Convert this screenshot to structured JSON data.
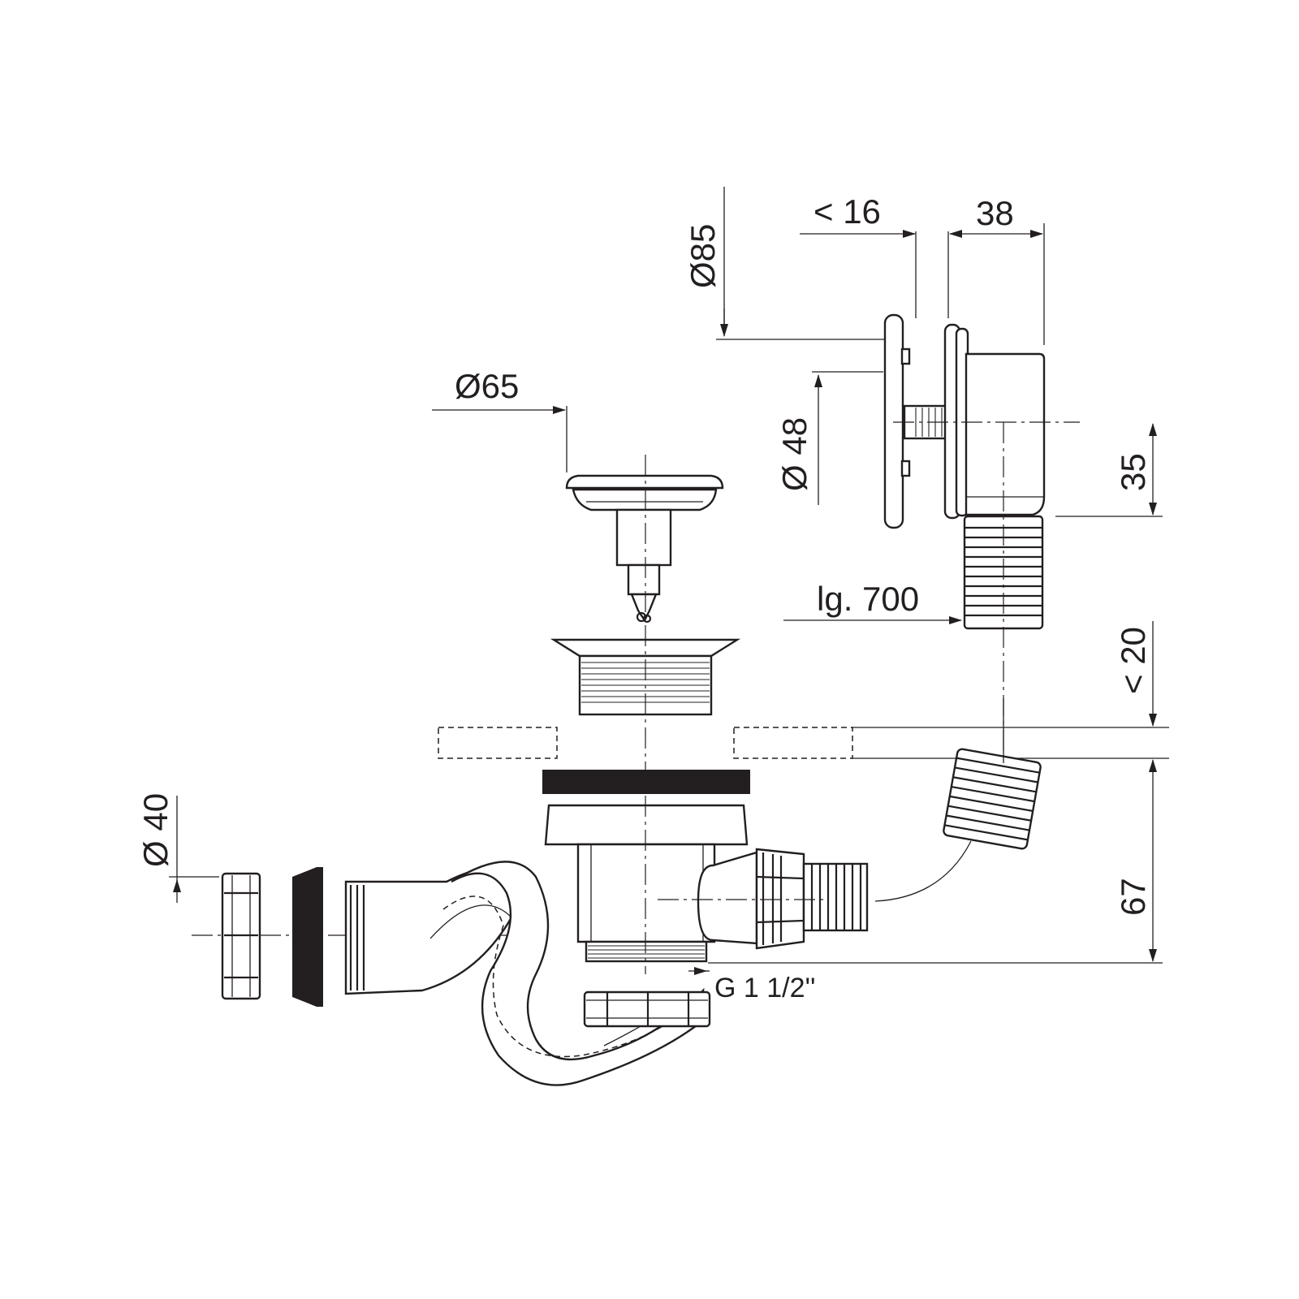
{
  "drawing": {
    "line_color": "#231f20",
    "background_color": "#ffffff",
    "fill_dark": "#231f20"
  },
  "dimensions": {
    "d85": "Ø85",
    "lt16": "< 16",
    "w38": "38",
    "d65": "Ø65",
    "d48": "Ø 48",
    "h35": "35",
    "hose_length": "lg. 700",
    "lt20": "< 20",
    "d40": "Ø 40",
    "h67": "67",
    "thread": "G 1 1/2''"
  }
}
